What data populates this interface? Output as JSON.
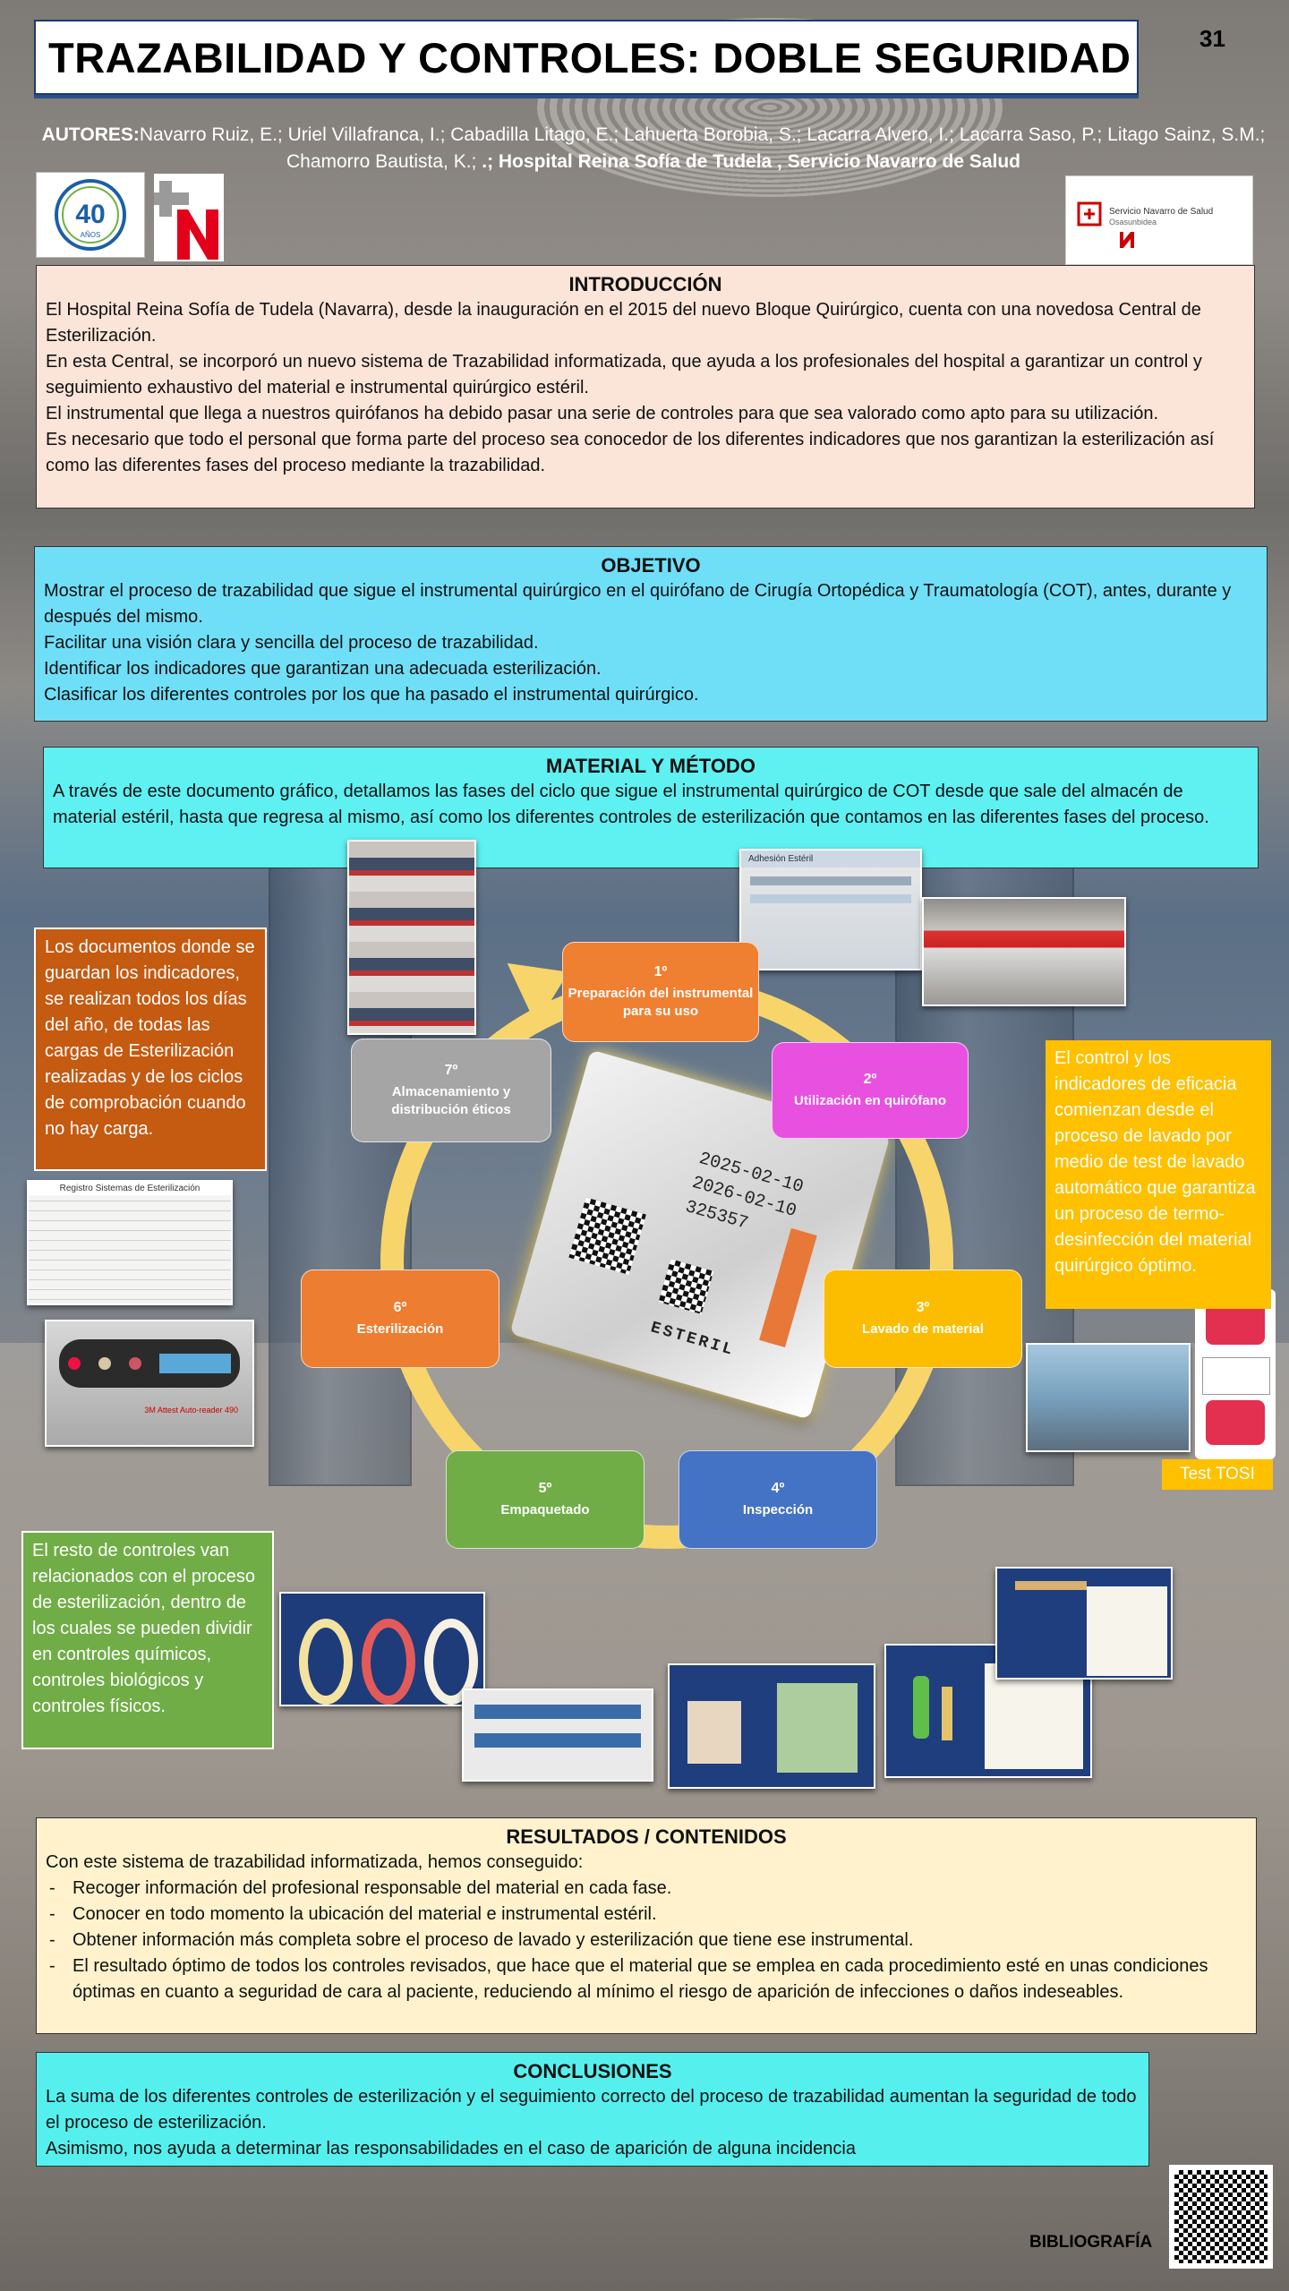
{
  "header": {
    "title": "TRAZABILIDAD Y CONTROLES: DOBLE SEGURIDAD",
    "page_number": "31",
    "authors_label": "AUTORES:",
    "authors_line1": "Navarro Ruiz, E.; Uriel Villafranca, I.; Cabadilla Litago, E.; Lahuerta Borobia, S.; Lacarra Alvero, I.; Lacarra Saso, P.; Litago Sainz, S.M.;",
    "authors_line2": "Chamorro Bautista, K.;",
    "affiliation": " .; Hospital Reina Sofía de Tudela , Servicio Navarro de Salud",
    "logo_40_text": "40",
    "logo_40_sub": "AÑOS",
    "sns_logo_text": "Servicio Navarro de Salud",
    "sns_logo_sub": "Osasunbidea"
  },
  "intro": {
    "heading": "INTRODUCCIÓN",
    "paragraphs": [
      "El Hospital Reina Sofía de Tudela (Navarra), desde la inauguración en el 2015 del nuevo Bloque Quirúrgico, cuenta con una novedosa Central de Esterilización.",
      "En esta Central, se incorporó un nuevo sistema de Trazabilidad informatizada, que ayuda a los profesionales del hospital a garantizar un control y seguimiento exhaustivo del material e instrumental quirúrgico estéril.",
      "El instrumental que llega a nuestros quirófanos ha debido pasar una serie de controles para que sea valorado como apto para su utilización.",
      "Es necesario que todo el personal que forma parte del proceso sea conocedor de los diferentes indicadores que nos garantizan la esterilización así como las diferentes fases del proceso mediante la trazabilidad."
    ]
  },
  "objective": {
    "heading": "OBJETIVO",
    "items": [
      " Mostrar el proceso de trazabilidad que sigue el instrumental quirúrgico en el quirófano de Cirugía Ortopédica y Traumatología (COT), antes, durante y después del mismo.",
      " Facilitar una visión clara y sencilla del proceso de trazabilidad.",
      " Identificar los indicadores que garantizan una adecuada esterilización.",
      " Clasificar los diferentes controles por los que ha pasado el instrumental quirúrgico."
    ]
  },
  "material": {
    "heading": "MATERIAL Y MÉTODO",
    "text": "A través de este documento gráfico, detallamos las fases del ciclo que sigue el instrumental quirúrgico de COT desde que sale del almacén de material estéril, hasta que regresa al mismo, así como los diferentes controles de esterilización que contamos en las diferentes fases del proceso."
  },
  "cycle": {
    "steps": [
      {
        "num": "1º",
        "label": "Preparación del instrumental para su uso",
        "color": "#ef7f31"
      },
      {
        "num": "2º",
        "label": "Utilización en quirófano",
        "color": "#e851e0"
      },
      {
        "num": "3º",
        "label": "Lavado de material",
        "color": "#fcbd00"
      },
      {
        "num": "4º",
        "label": "Inspección",
        "color": "#4472c4"
      },
      {
        "num": "5º",
        "label": "Empaquetado",
        "color": "#70ad47"
      },
      {
        "num": "6º",
        "label": "Esterilización",
        "color": "#ed7d31"
      },
      {
        "num": "7º",
        "label": "Almacenamiento y distribución éticos",
        "color": "#a5a5a5"
      }
    ],
    "package": {
      "date1": "2025-02-10",
      "date2": "2026-02-10",
      "lot": "325357",
      "label": "ESTERIL"
    }
  },
  "notes": {
    "orange": "Los documentos donde se guardan los indicadores, se realizan todos los días del año, de todas las cargas de Esterilización realizadas y de los ciclos de comprobación cuando no hay carga.",
    "yellow": "El control y los indicadores de eficacia comienzan desde el proceso de lavado por medio de test de lavado automático que garantiza un proceso de termo-desinfección del material quirúrgico óptimo.",
    "green": "El resto de controles van relacionados con el proceso de esterilización, dentro de los cuales se pueden dividir en controles químicos, controles biológicos y controles físicos.",
    "test_tosi": "Test TOSI"
  },
  "photos": {
    "screen_title": "Adhesión Estéril",
    "register_title": "Registro Sistemas de Esterilización",
    "attest_label": "3M Attest Auto-reader 490"
  },
  "results": {
    "heading": "RESULTADOS / CONTENIDOS",
    "intro": "Con este sistema de trazabilidad informatizada, hemos conseguido:",
    "items": [
      "Recoger información del profesional responsable del material en cada fase.",
      "Conocer en todo momento la ubicación del material e instrumental estéril.",
      "Obtener información más completa sobre el proceso de lavado y esterilización que tiene ese instrumental.",
      "El resultado óptimo de todos los controles revisados, que hace que el material que se emplea en cada procedimiento esté en unas condiciones óptimas en cuanto a seguridad de cara al paciente, reduciendo al mínimo el riesgo de aparición de infecciones o daños indeseables."
    ]
  },
  "conclusions": {
    "heading": "CONCLUSIONES",
    "paragraphs": [
      "La suma de los diferentes controles de esterilización y el seguimiento correcto del proceso de trazabilidad aumentan la seguridad de todo el proceso de esterilización.",
      "Asimismo, nos ayuda a determinar las responsabilidades en el caso de aparición de alguna incidencia"
    ]
  },
  "footer": {
    "bibliography": "BIBLIOGRAFÍA"
  }
}
